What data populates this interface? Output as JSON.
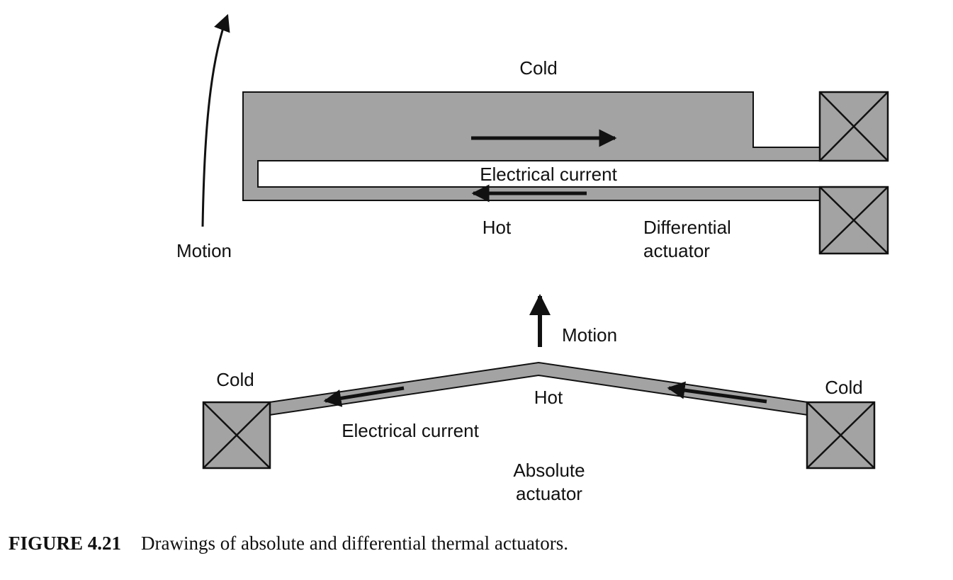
{
  "colors": {
    "beam_fill": "#a3a3a3",
    "anchor_fill": "#a3a3a3",
    "outline": "#111111",
    "gap_fill": "#ffffff",
    "background": "#ffffff"
  },
  "differential_actuator": {
    "label_cold": "Cold",
    "label_current": "Electrical current",
    "label_hot": "Hot",
    "label_name_line1": "Differential",
    "label_name_line2": "actuator",
    "label_motion": "Motion"
  },
  "absolute_actuator": {
    "label_motion": "Motion",
    "label_cold_left": "Cold",
    "label_cold_right": "Cold",
    "label_hot": "Hot",
    "label_current": "Electrical current",
    "label_name_line1": "Absolute",
    "label_name_line2": "actuator"
  },
  "caption": {
    "figure_number": "FIGURE 4.21",
    "text": "Drawings of absolute and differential thermal actuators."
  }
}
